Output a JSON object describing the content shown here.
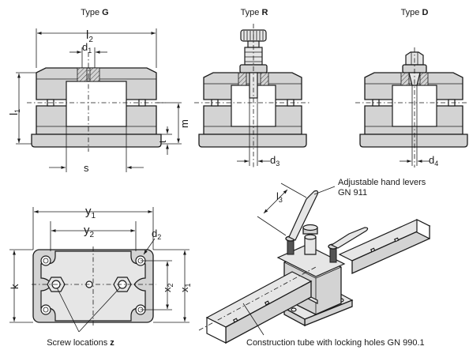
{
  "types": {
    "g": {
      "prefix": "Type ",
      "letter": "G"
    },
    "r": {
      "prefix": "Type ",
      "letter": "R"
    },
    "d": {
      "prefix": "Type ",
      "letter": "D"
    }
  },
  "dims": {
    "l2": {
      "base": "l",
      "sub": "2"
    },
    "d1": {
      "base": "d",
      "sub": "1"
    },
    "l1": {
      "base": "l",
      "sub": "1"
    },
    "m": "m",
    "t": "t",
    "s": "s",
    "d3": {
      "base": "d",
      "sub": "3"
    },
    "d4": {
      "base": "d",
      "sub": "4"
    },
    "y1": {
      "base": "y",
      "sub": "1"
    },
    "y2": {
      "base": "y",
      "sub": "2"
    },
    "d2": {
      "base": "d",
      "sub": "2"
    },
    "k": "k",
    "x2": {
      "base": "x",
      "sub": "2"
    },
    "x1": {
      "base": "x",
      "sub": "1"
    },
    "l3": {
      "base": "l",
      "sub": "3"
    }
  },
  "callouts": {
    "levers_line1": "Adjustable hand levers",
    "levers_line2": "GN 911",
    "screw_prefix": "Screw locations ",
    "screw_letter": "z",
    "tube": "Construction tube with locking holes GN 990.1"
  }
}
